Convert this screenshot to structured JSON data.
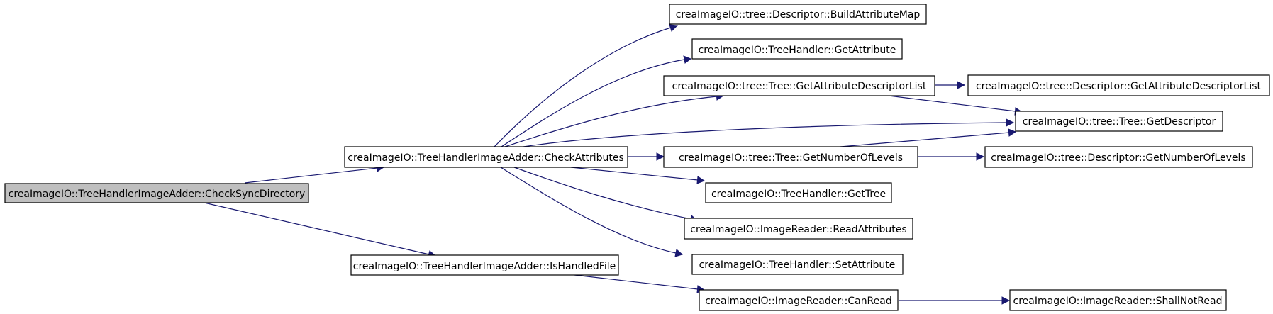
{
  "graph": {
    "colors": {
      "edge": "#191970",
      "root_fill": "#bfbfbf",
      "node_fill": "#ffffff",
      "border": "#000000"
    },
    "nodes": {
      "check_sync_directory": "creaImageIO::TreeHandlerImageAdder::CheckSyncDirectory",
      "check_attributes": "creaImageIO::TreeHandlerImageAdder::CheckAttributes",
      "is_handled_file": "creaImageIO::TreeHandlerImageAdder::IsHandledFile",
      "build_attribute_map": "creaImageIO::tree::Descriptor::BuildAttributeMap",
      "get_attribute": "creaImageIO::TreeHandler::GetAttribute",
      "get_attribute_descriptor_list": "creaImageIO::tree::Tree::GetAttributeDescriptorList",
      "descriptor_get_attribute_descriptor_list": "creaImageIO::tree::Descriptor::GetAttributeDescriptorList",
      "get_descriptor": "creaImageIO::tree::Tree::GetDescriptor",
      "get_number_of_levels": "creaImageIO::tree::Tree::GetNumberOfLevels",
      "descriptor_get_number_of_levels": "creaImageIO::tree::Descriptor::GetNumberOfLevels",
      "get_tree": "creaImageIO::TreeHandler::GetTree",
      "read_attributes": "creaImageIO::ImageReader::ReadAttributes",
      "set_attribute": "creaImageIO::TreeHandler::SetAttribute",
      "can_read": "creaImageIO::ImageReader::CanRead",
      "shall_not_read": "creaImageIO::ImageReader::ShallNotRead"
    }
  }
}
